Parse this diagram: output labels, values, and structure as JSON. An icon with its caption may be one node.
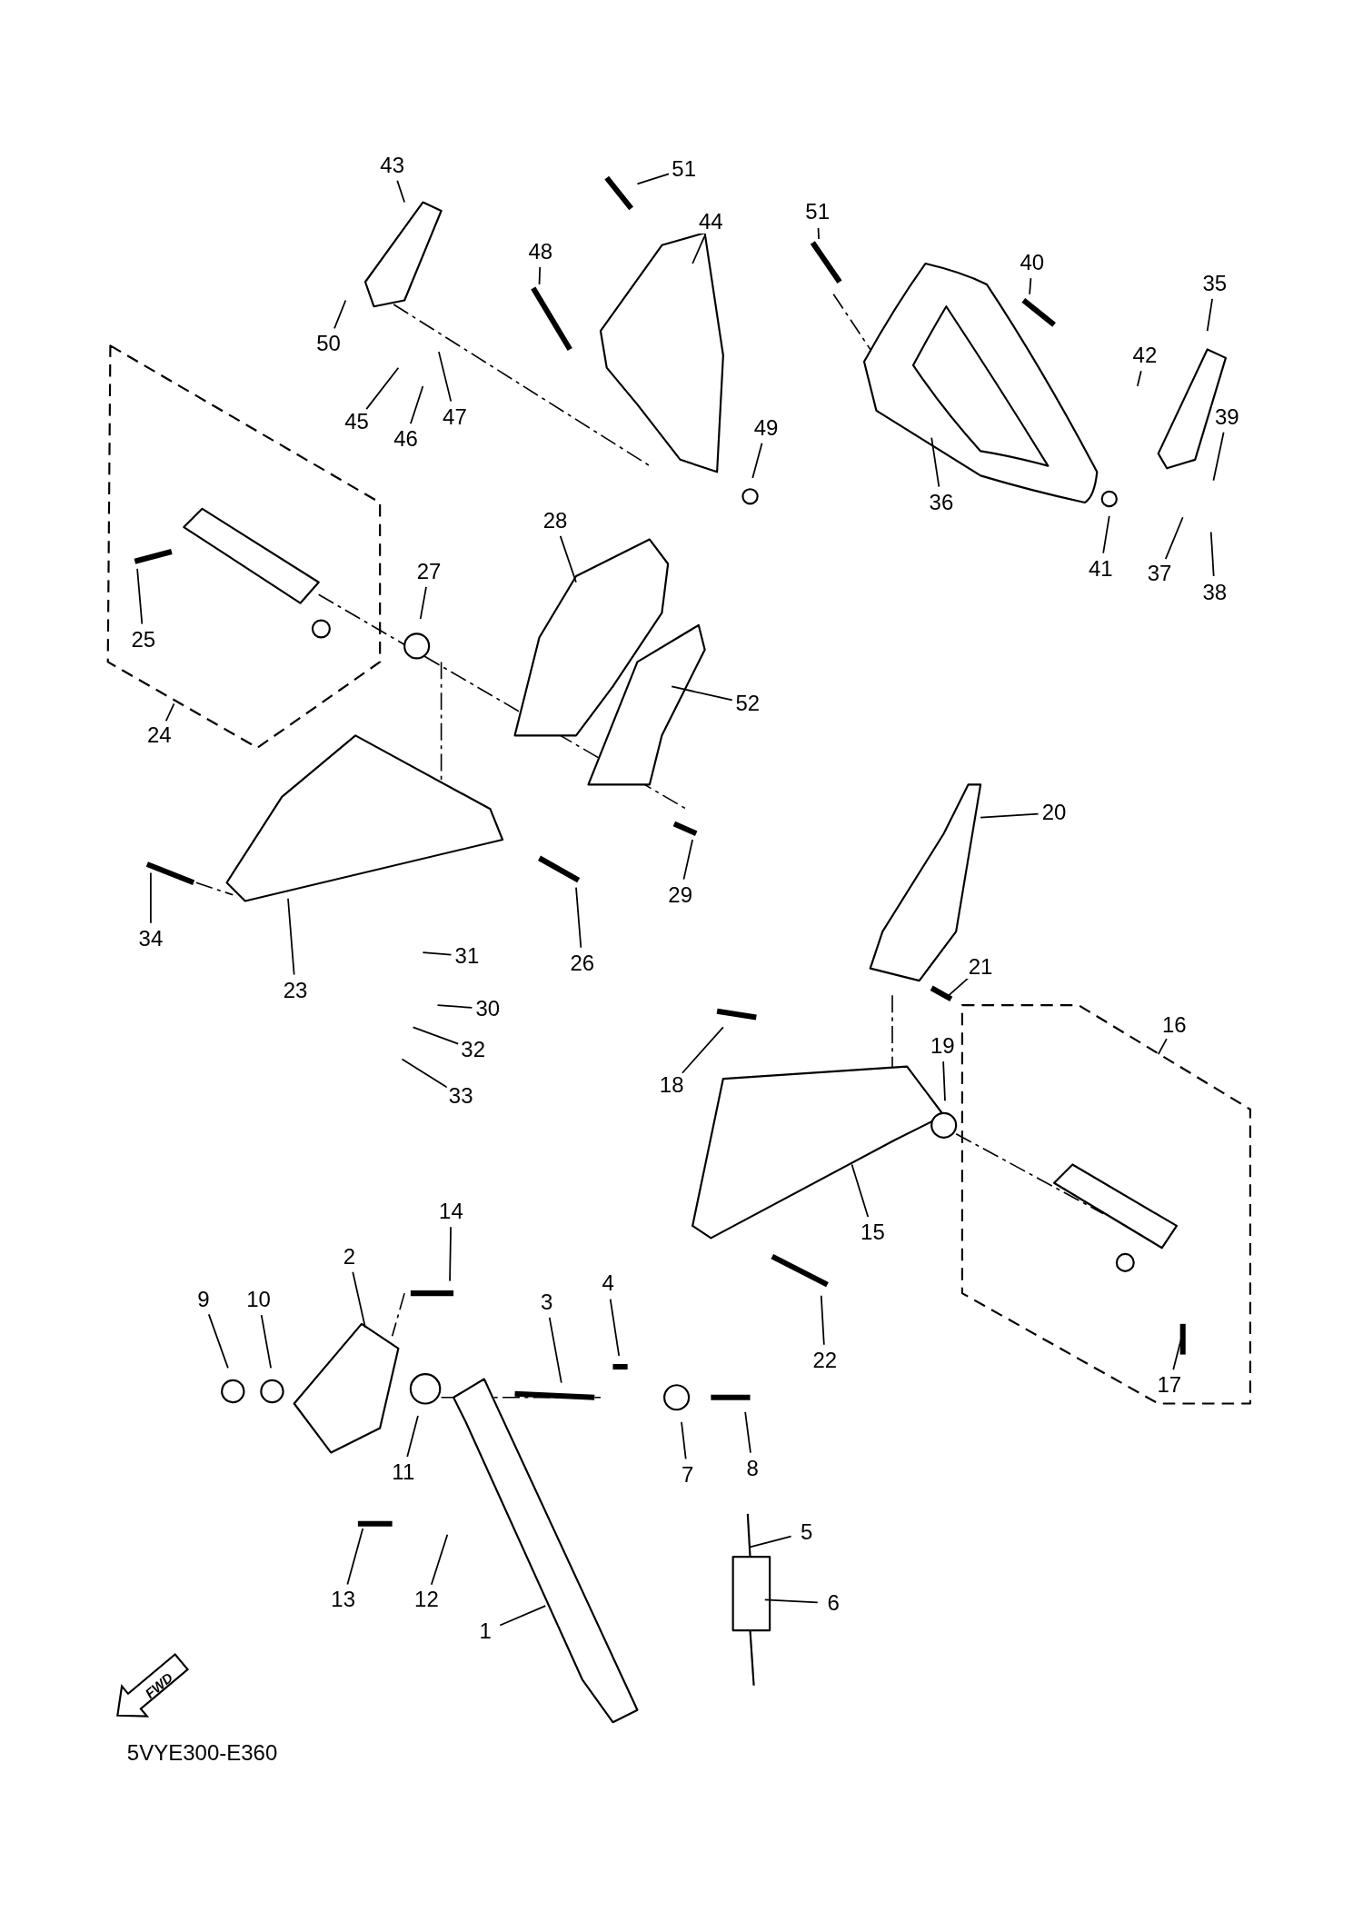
{
  "diagram": {
    "nodes": [
      {
        "text": [
          "43"
        ]
      },
      {
        "text": [
          "51"
        ]
      },
      {
        "text": [
          "44"
        ]
      },
      {
        "text": [
          "48"
        ]
      },
      {
        "text": [
          "51"
        ]
      },
      {
        "text": [
          "40"
        ]
      },
      {
        "text": [
          "35"
        ]
      },
      {
        "text": [
          "50"
        ]
      },
      {
        "text": [
          "42"
        ]
      },
      {
        "text": [
          "47"
        ]
      },
      {
        "text": [
          "45"
        ]
      },
      {
        "text": [
          "46"
        ]
      },
      {
        "text": [
          "39"
        ]
      },
      {
        "text": [
          "49"
        ]
      },
      {
        "text": [
          "36"
        ]
      },
      {
        "text": [
          "28"
        ]
      },
      {
        "text": [
          "41"
        ]
      },
      {
        "text": [
          "37"
        ]
      },
      {
        "text": [
          "38"
        ]
      },
      {
        "text": [
          "27"
        ]
      },
      {
        "text": [
          "25"
        ]
      },
      {
        "text": [
          "52"
        ]
      },
      {
        "text": [
          "24"
        ]
      },
      {
        "text": [
          "20"
        ]
      },
      {
        "text": [
          "29"
        ]
      },
      {
        "text": [
          "34"
        ]
      },
      {
        "text": [
          "26"
        ]
      },
      {
        "text": [
          "31"
        ]
      },
      {
        "text": [
          "21"
        ]
      },
      {
        "text": [
          "23"
        ]
      },
      {
        "text": [
          "30"
        ]
      },
      {
        "text": [
          "16"
        ]
      },
      {
        "text": [
          "19"
        ]
      },
      {
        "text": [
          "32"
        ]
      },
      {
        "text": [
          "18"
        ]
      },
      {
        "text": [
          "33"
        ]
      },
      {
        "text": [
          "15"
        ]
      },
      {
        "text": [
          "14"
        ]
      },
      {
        "text": [
          "2"
        ]
      },
      {
        "text": [
          "4"
        ]
      },
      {
        "text": [
          "3"
        ]
      },
      {
        "text": [
          "9"
        ]
      },
      {
        "text": [
          "10"
        ]
      },
      {
        "text": [
          "22"
        ]
      },
      {
        "text": [
          "17"
        ]
      },
      {
        "text": [
          "11"
        ]
      },
      {
        "text": [
          "7"
        ]
      },
      {
        "text": [
          "8"
        ]
      },
      {
        "text": [
          "5"
        ]
      },
      {
        "text": [
          "13"
        ]
      },
      {
        "text": [
          "12"
        ]
      },
      {
        "text": [
          "6"
        ]
      },
      {
        "text": [
          "1"
        ]
      }
    ],
    "edges": [
      {
        "from": 0,
        "to": null,
        "arrow": "none"
      },
      {
        "from": 1,
        "to": null,
        "arrow": "none"
      },
      {
        "from": 2,
        "to": null,
        "arrow": "none"
      },
      {
        "from": 3,
        "to": null,
        "arrow": "none"
      },
      {
        "from": 4,
        "to": null,
        "arrow": "none"
      },
      {
        "from": 5,
        "to": null,
        "arrow": "none"
      },
      {
        "from": 6,
        "to": null,
        "arrow": "none"
      },
      {
        "from": 7,
        "to": null,
        "arrow": "none"
      },
      {
        "from": 8,
        "to": null,
        "arrow": "none"
      },
      {
        "from": 9,
        "to": null,
        "arrow": "none"
      },
      {
        "from": 10,
        "to": null,
        "arrow": "none"
      },
      {
        "from": 11,
        "to": null,
        "arrow": "none"
      },
      {
        "from": 12,
        "to": null,
        "arrow": "none"
      },
      {
        "from": 13,
        "to": null,
        "arrow": "none"
      },
      {
        "from": 14,
        "to": null,
        "arrow": "none"
      },
      {
        "from": 15,
        "to": null,
        "arrow": "none"
      },
      {
        "from": 16,
        "to": null,
        "arrow": "none"
      },
      {
        "from": 17,
        "to": null,
        "arrow": "none"
      },
      {
        "from": 18,
        "to": null,
        "arrow": "none"
      },
      {
        "from": 19,
        "to": null,
        "arrow": "none"
      },
      {
        "from": 20,
        "to": null,
        "arrow": "none"
      },
      {
        "from": 21,
        "to": null,
        "arrow": "none"
      },
      {
        "from": 22,
        "to": null,
        "arrow": "none"
      },
      {
        "from": 23,
        "to": null,
        "arrow": "none"
      },
      {
        "from": 24,
        "to": null,
        "arrow": "none"
      },
      {
        "from": 25,
        "to": null,
        "arrow": "none"
      },
      {
        "from": 26,
        "to": null,
        "arrow": "none"
      },
      {
        "from": 27,
        "to": null,
        "arrow": "none"
      },
      {
        "from": 28,
        "to": null,
        "arrow": "none"
      },
      {
        "from": 29,
        "to": null,
        "arrow": "none"
      },
      {
        "from": 30,
        "to": null,
        "arrow": "none"
      },
      {
        "from": 31,
        "to": null,
        "arrow": "none"
      },
      {
        "from": 32,
        "to": null,
        "arrow": "none"
      },
      {
        "from": 33,
        "to": null,
        "arrow": "none"
      },
      {
        "from": 34,
        "to": null,
        "arrow": "none"
      },
      {
        "from": 35,
        "to": null,
        "arrow": "none"
      },
      {
        "from": 36,
        "to": null,
        "arrow": "none"
      },
      {
        "from": 37,
        "to": null,
        "arrow": "none"
      },
      {
        "from": 38,
        "to": null,
        "arrow": "none"
      },
      {
        "from": 39,
        "to": null,
        "arrow": "none"
      },
      {
        "from": 40,
        "to": null,
        "arrow": "none"
      },
      {
        "from": 41,
        "to": null,
        "arrow": "none"
      },
      {
        "from": 42,
        "to": null,
        "arrow": "none"
      },
      {
        "from": 43,
        "to": null,
        "arrow": "none"
      },
      {
        "from": 44,
        "to": null,
        "arrow": "none"
      },
      {
        "from": 45,
        "to": null,
        "arrow": "none"
      },
      {
        "from": 46,
        "to": null,
        "arrow": "none"
      },
      {
        "from": 47,
        "to": null,
        "arrow": "none"
      },
      {
        "from": 48,
        "to": null,
        "arrow": "none"
      },
      {
        "from": 49,
        "to": null,
        "arrow": "none"
      },
      {
        "from": 50,
        "to": null,
        "arrow": "none"
      },
      {
        "from": 51,
        "to": null,
        "arrow": "none"
      },
      {
        "from": 52,
        "to": null,
        "arrow": "none"
      }
    ],
    "labels": [
      "FWD",
      "5VYE300-E360"
    ]
  }
}
